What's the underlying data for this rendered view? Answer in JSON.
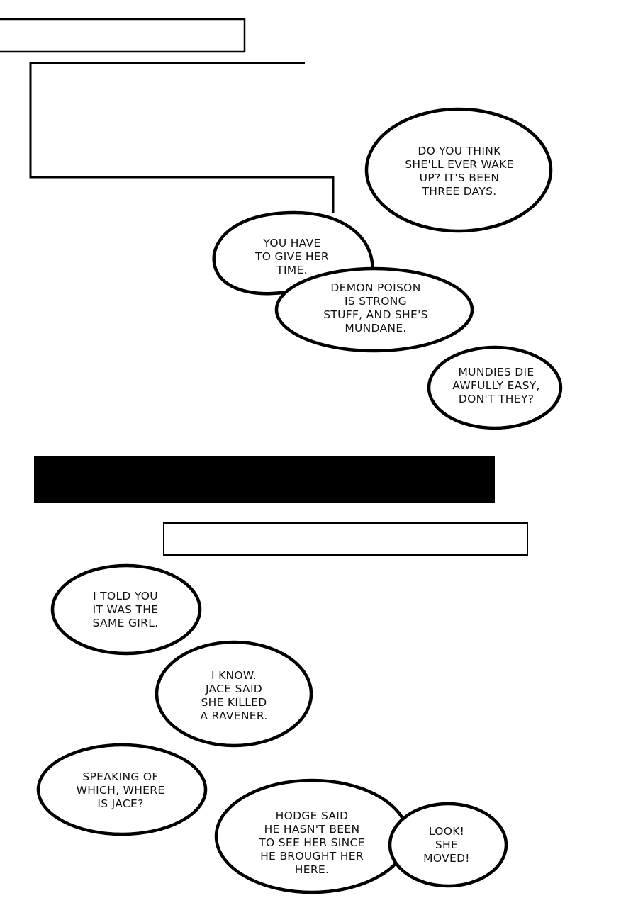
{
  "colors": {
    "ink": "#000000",
    "paper": "#ffffff"
  },
  "bubbles": [
    {
      "text": "DO YOU THINK\nSHE'LL EVER WAKE\nUP? IT'S BEEN\nTHREE DAYS."
    },
    {
      "text": "YOU HAVE\nTO GIVE HER\nTIME."
    },
    {
      "text": "DEMON POISON\nIS STRONG\nSTUFF, AND SHE'S\nMUNDANE."
    },
    {
      "text": "MUNDIES DIE\nAWFULLY EASY,\nDON'T THEY?"
    },
    {
      "text": "I TOLD YOU\nIT WAS THE\nSAME GIRL."
    },
    {
      "text": "I KNOW.\nJACE SAID\nSHE KILLED\nA RAVENER."
    },
    {
      "text": "SPEAKING OF\nWHICH, WHERE\nIS JACE?"
    },
    {
      "text": "HODGE SAID\nHE HASN'T BEEN\nTO SEE HER SINCE\nHE BROUGHT HER\nHERE."
    },
    {
      "text": "LOOK!\nSHE\nMOVED!"
    }
  ]
}
